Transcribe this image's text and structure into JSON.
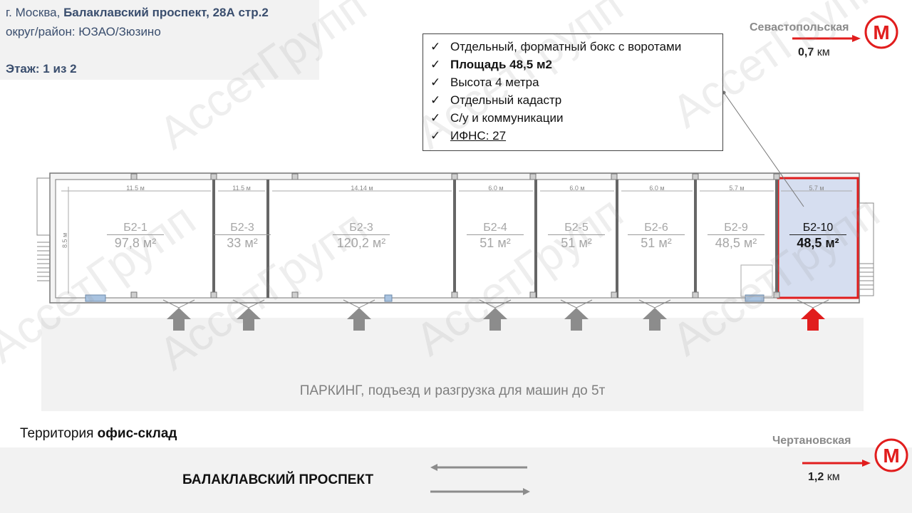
{
  "address": {
    "city": "г. Москва, ",
    "street": "Балаклавский проспект, 28А стр.2",
    "district": "округ/район: ЮЗАО/Зюзино",
    "floor": "Этаж: 1 из 2"
  },
  "features": [
    "Отдельный, форматный бокс с воротами",
    "Площадь 48,5 м2",
    "Высота 4 метра",
    "Отдельный кадастр",
    "С/у и коммуникации",
    "ИФНС: 27"
  ],
  "check_mark": "✓",
  "metro": [
    {
      "name": "Севастопольская",
      "distance": "0,7",
      "unit": " км"
    },
    {
      "name": "Чертановская",
      "distance": "1,2",
      "unit": " км"
    }
  ],
  "metro_letter": "M",
  "rooms": [
    {
      "name": "Б2-1",
      "area": "97,8 м²",
      "width": "11.5 м"
    },
    {
      "name": "Б2-3",
      "area": "33 м²",
      "width": "11.5 м"
    },
    {
      "name": "Б2-3",
      "area": "120,2 м²",
      "width": "14.14 м"
    },
    {
      "name": "Б2-4",
      "area": "51 м²",
      "width": "6.0 м"
    },
    {
      "name": "Б2-5",
      "area": "51 м²",
      "width": "6.0 м"
    },
    {
      "name": "Б2-6",
      "area": "51 м²",
      "width": "6.0 м"
    },
    {
      "name": "Б2-9",
      "area": "48,5 м²",
      "width": "5.7 м"
    },
    {
      "name": "Б2-10",
      "area": "48,5 м²",
      "width": "5.7 м"
    }
  ],
  "depth_label": "8.5 м",
  "parking_label": "ПАРКИНГ, подъезд и разгрузка для машин до 5т",
  "territory": {
    "prefix": "Территория ",
    "bold": "офис-склад"
  },
  "road_label": "БАЛАКЛАВСКИЙ ПРОСПЕКТ",
  "watermark": "АссетГрупп",
  "colors": {
    "highlight_border": "#e11d1d",
    "highlight_fill": "#d6def0",
    "metro_red": "#e11d1d",
    "arrow_gray": "#8c8c8c",
    "address_text": "#3a4e6e"
  }
}
